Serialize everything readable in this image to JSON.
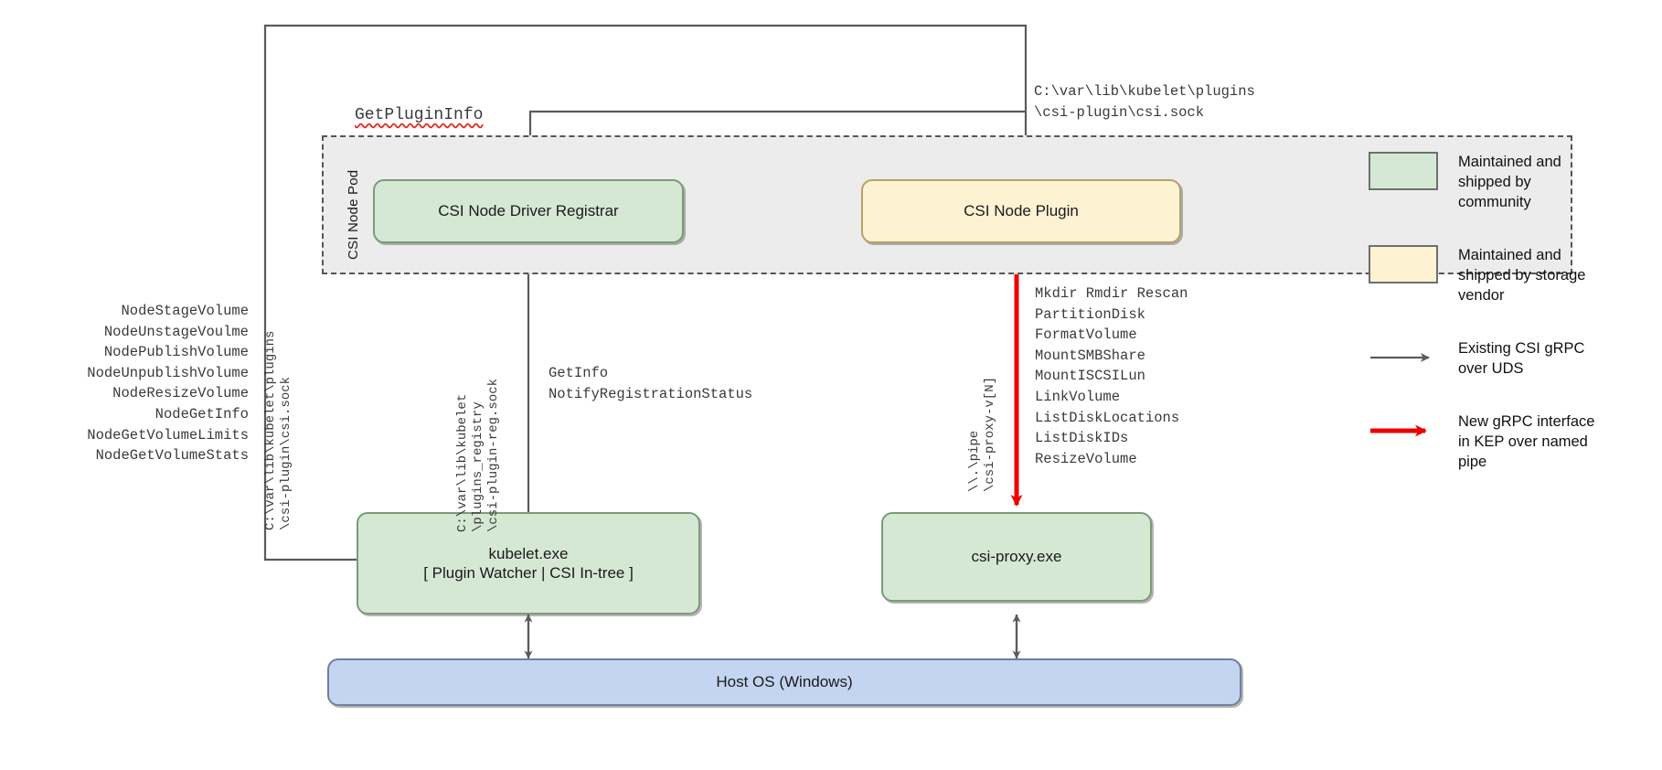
{
  "diagram": {
    "pod": {
      "label": "CSI Node Pod"
    },
    "boxes": {
      "registrar": {
        "title": "CSI Node Driver Registrar"
      },
      "node_plugin": {
        "title": "CSI Node Plugin"
      },
      "kubelet": {
        "title": "kubelet.exe",
        "subtitle": "[ Plugin Watcher | CSI In-tree ]"
      },
      "csi_proxy": {
        "title": "csi-proxy.exe"
      },
      "host_os": {
        "title": "Host OS (Windows)"
      }
    },
    "labels": {
      "get_plugin_info": "GetPluginInfo",
      "plugin_sock_path": "C:\\var\\lib\\kubelet\\plugins\n\\csi-plugin\\csi.sock",
      "registration_calls": "GetInfo\nNotifyRegistrationStatus",
      "csi_node_rpcs": "NodeStageVolume\nNodeUnstageVoulme\nNodePublishVolume\nNodeUnpublishVolume\nNodeResizeVolume\nNodeGetInfo\nNodeGetVolumeLimits\nNodeGetVolumeStats",
      "csi_sock_vertical": "C:\\var\\lib\\kubelet\\plugins\n\\csi-plugin\\csi.sock",
      "reg_sock_vertical": "C:\\var\\lib\\kubelet\n\\plugins_registry\n\\csi-plugin-reg.sock",
      "named_pipe_vertical": "\\\\.\\pipe\n\\csi-proxy-v[N]",
      "csi_proxy_api": "Mkdir Rmdir Rescan\nPartitionDisk\nFormatVolume\nMountSMBShare\nMountISCSILun\nLinkVolume\nListDiskLocations\nListDiskIDs\nResizeVolume"
    },
    "legend": {
      "items": [
        {
          "kind": "swatch",
          "swatch_color": "#d5e8d4",
          "text": "Maintained and shipped by community"
        },
        {
          "kind": "swatch",
          "swatch_color": "#fdf2d2",
          "text": "Maintained and shipped by storage vendor"
        },
        {
          "kind": "arrow",
          "arrow_color": "#666666",
          "text": "Existing CSI gRPC over UDS"
        },
        {
          "kind": "arrow",
          "arrow_color": "#ee0000",
          "text": "New gRPC interface in KEP over named pipe"
        }
      ]
    },
    "colors": {
      "community_green": "#d5e8d4",
      "vendor_yellow": "#fdf2d2",
      "host_os_blue": "#c3d5f0",
      "pod_gray": "#ececec",
      "uds_arrow": "#666666",
      "new_grpc_arrow": "#ee0000"
    }
  }
}
